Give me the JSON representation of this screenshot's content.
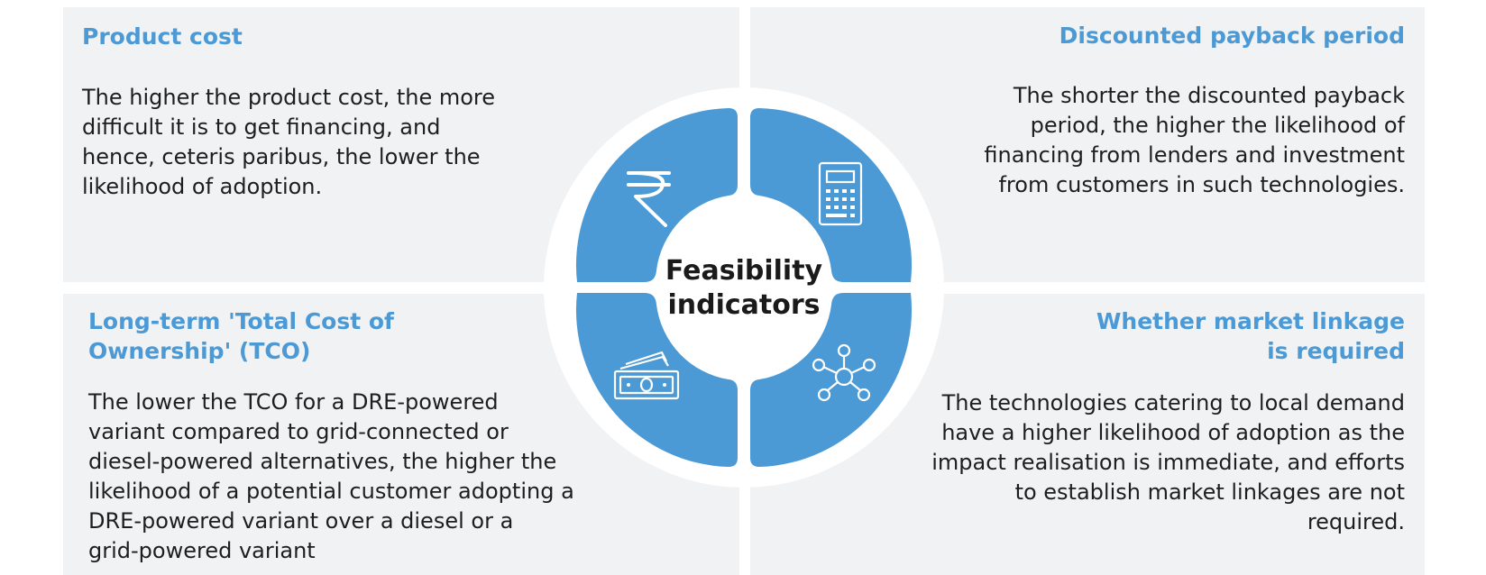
{
  "center": {
    "line1": "Feasibility",
    "line2": "indicators"
  },
  "quadrants": {
    "top_left": {
      "title": "Product cost",
      "body": [
        "The higher the product cost, the more",
        "difficult it is to get financing, and",
        "hence, ceteris paribus, the lower the",
        "likelihood of adoption."
      ],
      "icon": "rupee-icon"
    },
    "top_right": {
      "title": "Discounted payback period",
      "body": [
        "The shorter the discounted payback",
        "period, the higher the likelihood of",
        "financing from lenders and investment",
        "from customers in such technologies."
      ],
      "icon": "calculator-icon"
    },
    "bottom_left": {
      "title": [
        "Long-term 'Total Cost of",
        "Ownership' (TCO)"
      ],
      "body": [
        "The lower the TCO for a DRE-powered",
        "variant compared to grid-connected or",
        "diesel-powered alternatives, the higher the",
        "likelihood of a potential customer adopting a",
        "DRE-powered variant over a diesel or a",
        "grid-powered variant"
      ],
      "icon": "cash-icon"
    },
    "bottom_right": {
      "title": [
        "Whether market linkage",
        "is required"
      ],
      "body": [
        "The technologies catering to local demand",
        "have a higher likelihood of adoption as the",
        "impact realisation is immediate, and efforts",
        "to establish market linkages are not",
        "required."
      ],
      "icon": "network-icon"
    }
  },
  "colors": {
    "accent": "#4b9ad6",
    "panel": "#f1f2f4",
    "text": "#1e1e1e"
  }
}
